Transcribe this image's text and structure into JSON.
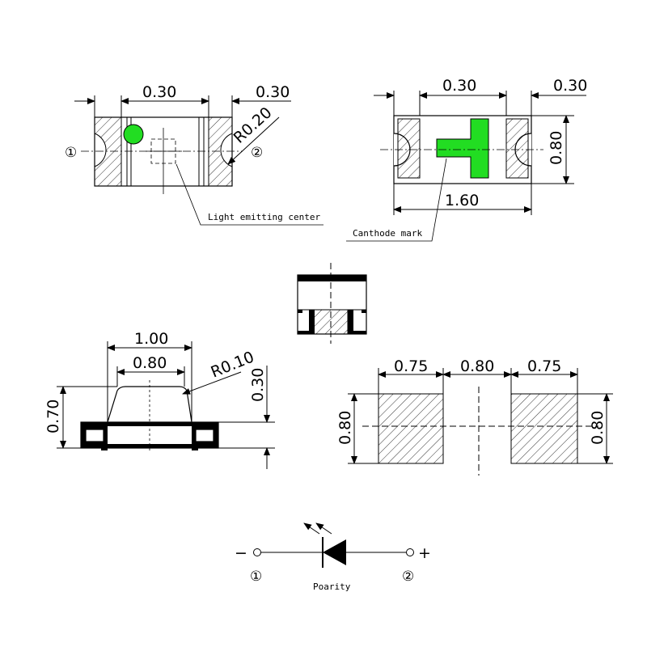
{
  "top_view": {
    "dim_left": "0.30",
    "dim_right": "0.30",
    "radius": "R0.20",
    "pin1": "①",
    "pin2": "②",
    "leader": "Light emitting center"
  },
  "bottom_view": {
    "dim_left": "0.30",
    "dim_right": "0.30",
    "height": "0.80",
    "length": "1.60",
    "leader": "Canthode mark"
  },
  "side_view": {
    "top_width": "1.00",
    "inner_width": "0.80",
    "radius": "R0.10",
    "total_height": "0.70",
    "body_height": "0.30"
  },
  "pad_layout": {
    "pad_left": "0.75",
    "gap": "0.80",
    "pad_right": "0.75",
    "height_left": "0.80",
    "height_right": "0.80"
  },
  "symbol": {
    "minus": "−",
    "plus": "+",
    "pin1": "①",
    "pin2": "②",
    "caption": "Poarity"
  },
  "colors": {
    "marker": "#22dd22"
  }
}
